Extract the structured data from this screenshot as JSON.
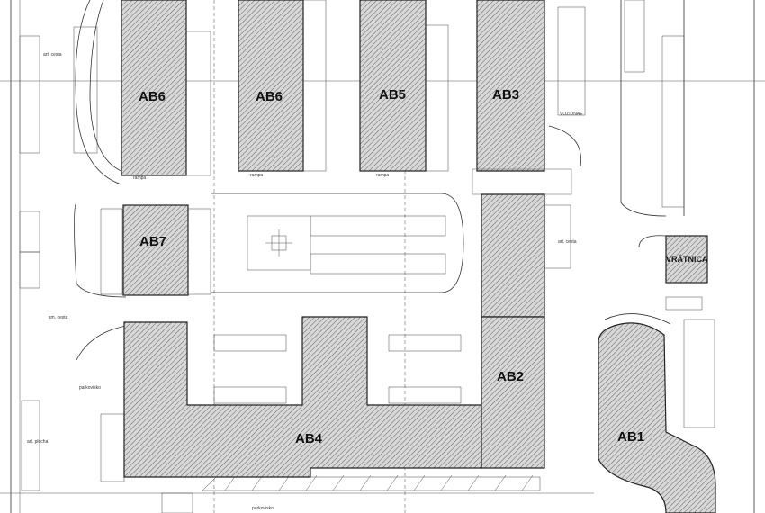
{
  "buildings": [
    {
      "id": "ab6-left",
      "label": "AB6"
    },
    {
      "id": "ab6-right",
      "label": "AB6"
    },
    {
      "id": "ab5",
      "label": "AB5"
    },
    {
      "id": "ab3",
      "label": "AB3"
    },
    {
      "id": "ab7",
      "label": "AB7"
    },
    {
      "id": "ab4",
      "label": "AB4"
    },
    {
      "id": "ab2",
      "label": "AB2"
    },
    {
      "id": "ab1",
      "label": "AB1"
    }
  ],
  "gatehouse": {
    "label": "VRÁTNICA"
  },
  "annotations": {
    "parking_left": "parkovisko",
    "parking_bottom": "parkovisko",
    "ramp_1": "rampa",
    "ramp_2": "rampa",
    "ramp_3": "rampa",
    "gate_top": "VOZIDNAE",
    "art_cesta_1": "art. cesta",
    "art_cesta_2": "art. cesta",
    "art_plocha": "art. plocha",
    "sm_cesta": "sm. cesta"
  },
  "colors": {
    "line": "#222222",
    "hatch": "#555555",
    "background": "#ffffff"
  }
}
